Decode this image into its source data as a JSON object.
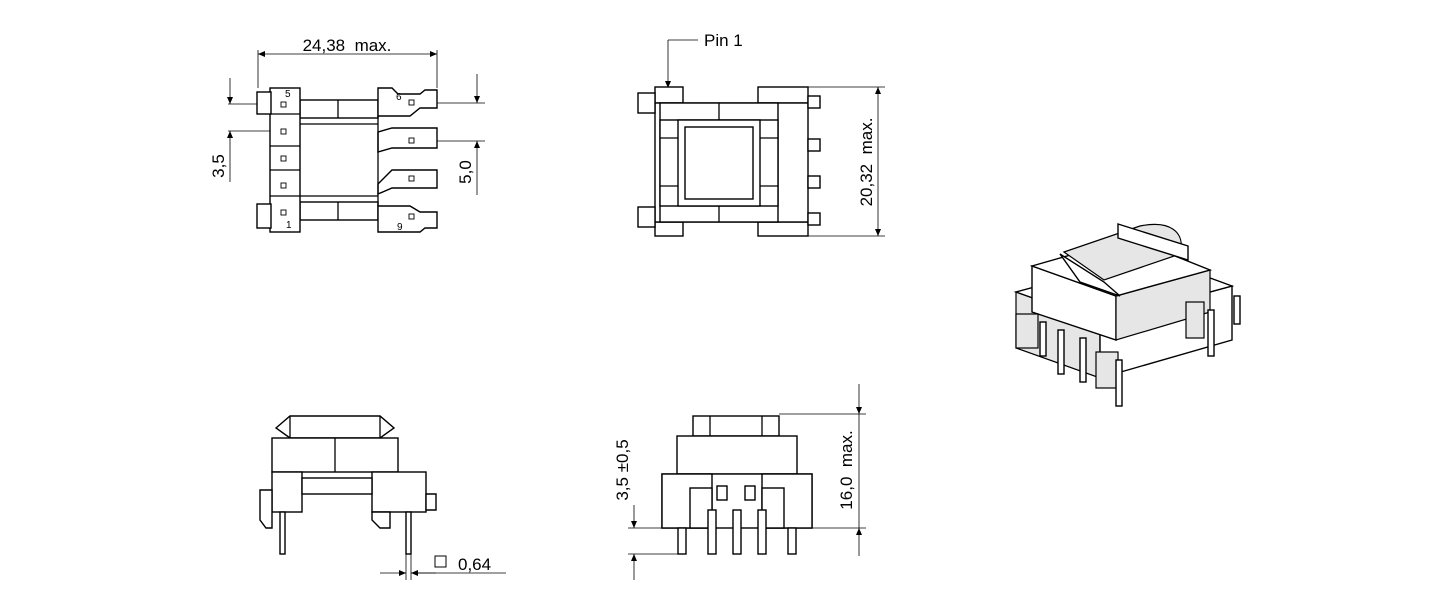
{
  "top_view": {
    "width_dim": "24,38  max.",
    "pitch_left_dim": "3,5",
    "pitch_right_dim": "5,0",
    "pin_labels": [
      "5",
      "1",
      "6",
      "9"
    ]
  },
  "front_view": {
    "pin1_callout": "Pin 1",
    "height_dim": "20,32  max."
  },
  "side_view": {
    "pin_square_dim": "0,64"
  },
  "end_view": {
    "standoff_dim": "3,5 ±0,5",
    "height_dim": "16,0  max."
  },
  "iso_view": {}
}
